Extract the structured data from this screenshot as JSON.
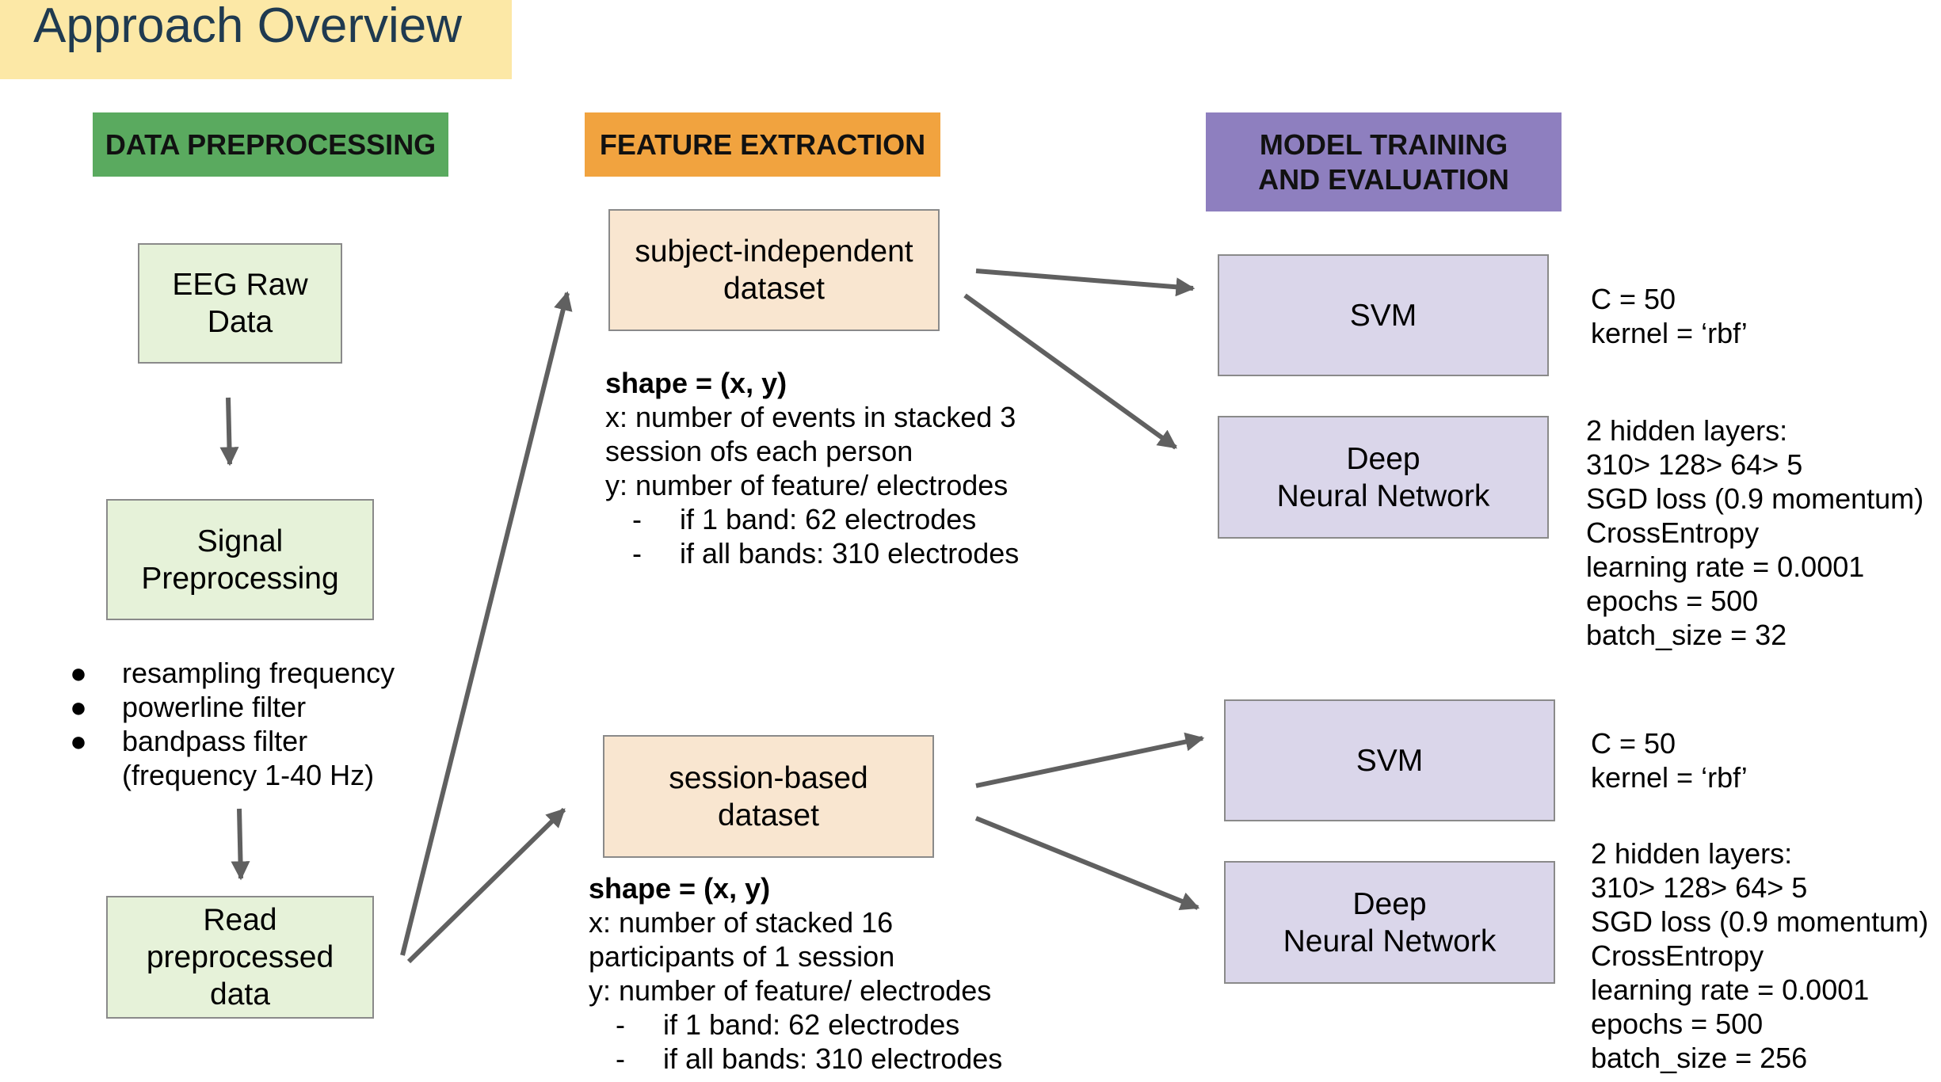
{
  "title": "Approach Overview",
  "headers": {
    "preprocessing": "DATA PREPROCESSING",
    "feature": "FEATURE EXTRACTION",
    "model_line1": "MODEL TRAINING",
    "model_line2": "AND EVALUATION"
  },
  "boxes": {
    "eeg_line1": "EEG Raw",
    "eeg_line2": "Data",
    "signal_line1": "Signal",
    "signal_line2": "Preprocessing",
    "read_line1": "Read",
    "read_line2": "preprocessed",
    "read_line3": "data",
    "si_line1": "subject-independent",
    "si_line2": "dataset",
    "sb_line1": "session-based",
    "sb_line2": "dataset",
    "svm_top": "SVM",
    "dnn_top_line1": "Deep",
    "dnn_top_line2": "Neural Network",
    "svm_bottom": "SVM",
    "dnn_bottom_line1": "Deep",
    "dnn_bottom_line2": "Neural Network"
  },
  "preprocessing_steps": [
    "resampling frequency",
    "powerline filter",
    "bandpass filter",
    "(frequency 1-40 Hz)"
  ],
  "bullet_symbol": "●",
  "dash_symbol": "-",
  "si_desc": {
    "shape": "shape = (x, y)",
    "x1": "x: number of events in stacked 3",
    "x2": "session ofs each person",
    "y": "y: number of feature/ electrodes",
    "band1": "if 1 band: 62 electrodes",
    "bands_all": "if all bands: 310 electrodes"
  },
  "sb_desc": {
    "shape": "shape = (x, y)",
    "x1": "x: number of stacked 16",
    "x2": "participants of 1 session",
    "y": "y: number of feature/ electrodes",
    "band1": "if 1 band: 62 electrodes",
    "bands_all": "if all bands: 310 electrodes"
  },
  "svm_top_params": [
    "C = 50",
    "kernel = ‘rbf’"
  ],
  "dnn_top_params": [
    "2 hidden layers:",
    "310> 128> 64> 5",
    "SGD loss (0.9 momentum)",
    "CrossEntropy",
    "learning rate = 0.0001",
    "epochs = 500",
    "batch_size = 32"
  ],
  "svm_bottom_params": [
    "C = 50",
    "kernel = ‘rbf’"
  ],
  "dnn_bottom_params": [
    "2 hidden layers:",
    "310> 128> 64> 5",
    "SGD loss (0.9 momentum)",
    "CrossEntropy",
    "learning rate = 0.0001",
    "epochs = 500",
    "batch_size = 256"
  ],
  "colors": {
    "title_bg": "#fce8a6",
    "title_text": "#1f3a50",
    "preprocessing_header": "#5aaa5f",
    "feature_header": "#f1a33f",
    "model_header": "#8e7fbf",
    "green_box": "#e6f2d9",
    "peach_box": "#f9e6d0",
    "purple_box": "#dad6ea",
    "arrow": "#606060"
  }
}
